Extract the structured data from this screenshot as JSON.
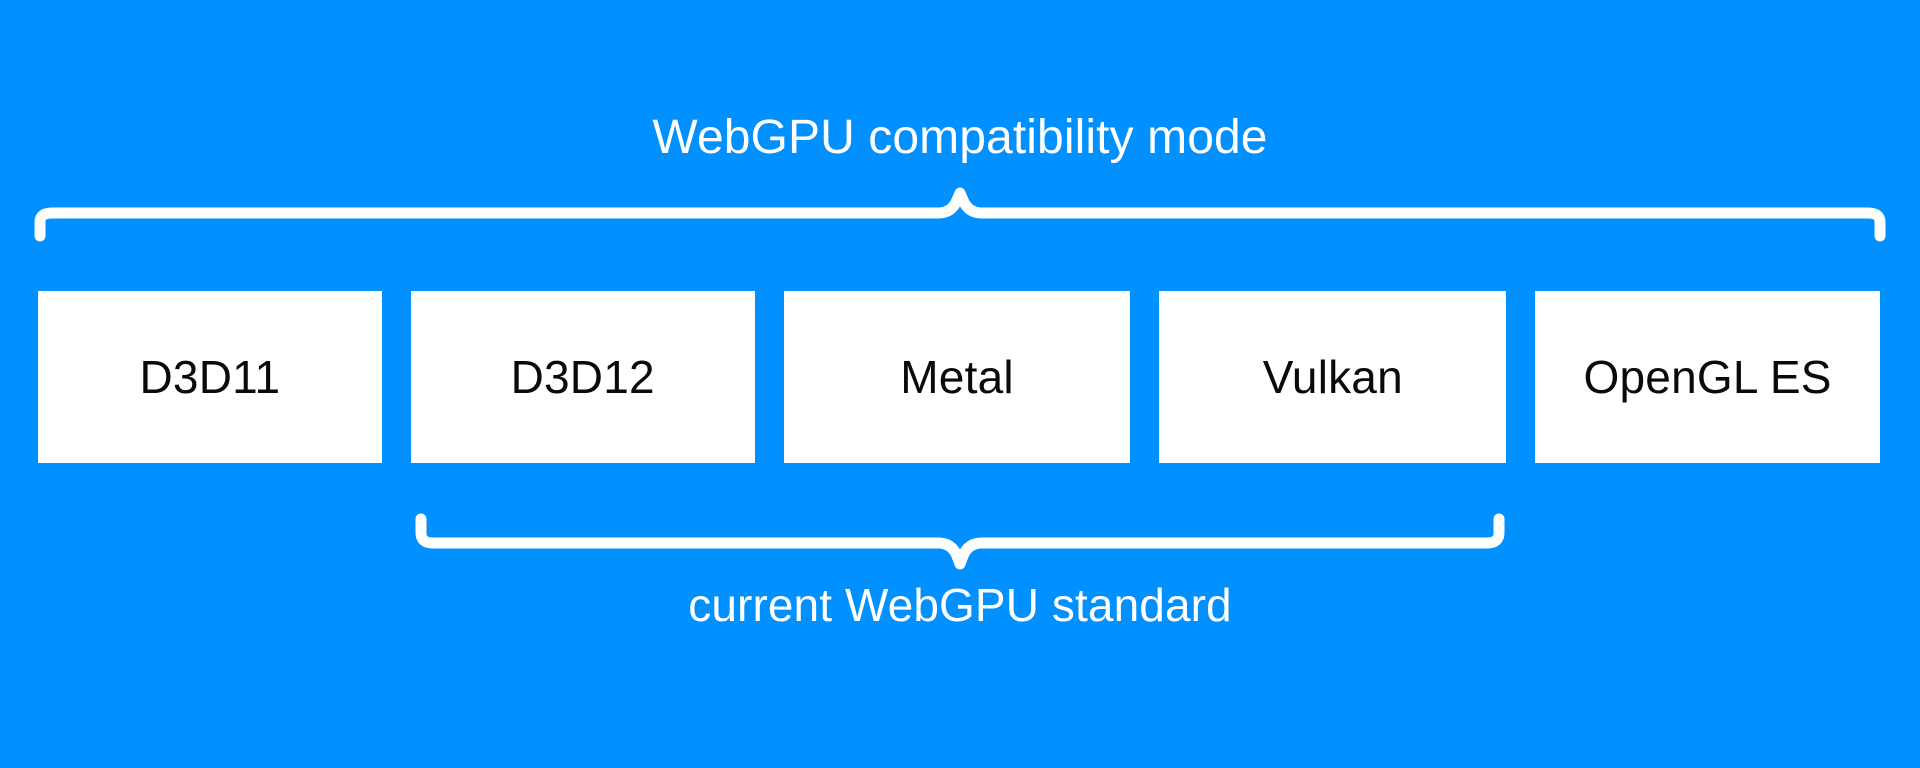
{
  "diagram": {
    "background_color": "#0090ff",
    "box_fill_color": "#ffffff",
    "box_text_color": "#0a0a0a",
    "label_text_color": "#ffffff",
    "top_label": "WebGPU compatibility mode",
    "bottom_label": "current WebGPU standard",
    "boxes": [
      {
        "label": "D3D11"
      },
      {
        "label": "D3D12"
      },
      {
        "label": "Metal"
      },
      {
        "label": "Vulkan"
      },
      {
        "label": "OpenGL ES"
      }
    ],
    "braces": {
      "top": {
        "name": "top-brace",
        "covers": [
          "D3D11",
          "D3D12",
          "Metal",
          "Vulkan",
          "OpenGL ES"
        ],
        "label": "WebGPU compatibility mode"
      },
      "bottom": {
        "name": "bottom-brace",
        "covers": [
          "D3D12",
          "Metal",
          "Vulkan"
        ],
        "label": "current WebGPU standard"
      }
    }
  }
}
